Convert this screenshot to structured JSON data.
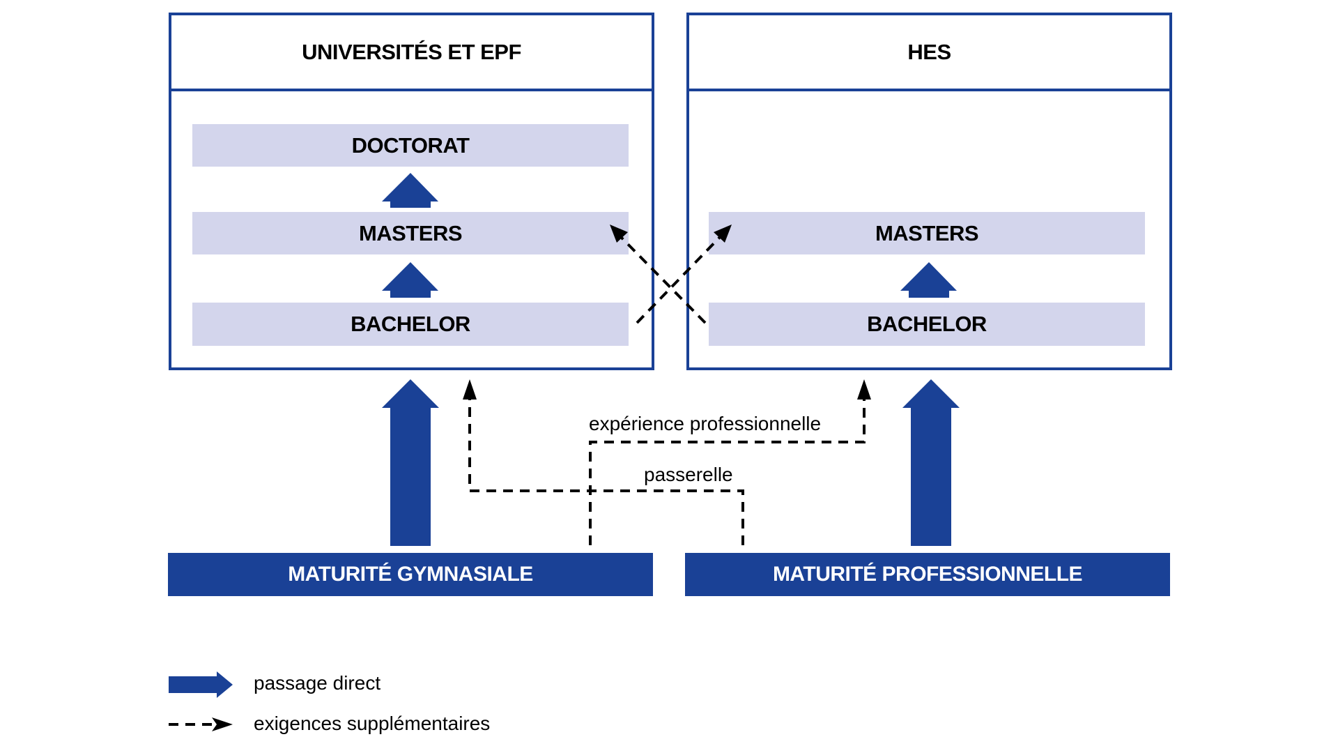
{
  "colors": {
    "primary_blue": "#1a4196",
    "band_fill": "#d3d5ec",
    "dashed": "#000000"
  },
  "institutions": {
    "universities": {
      "title": "UNIVERSITÉS ET EPF",
      "levels": [
        "DOCTORAT",
        "MASTERS",
        "BACHELOR"
      ]
    },
    "hes": {
      "title": "HES",
      "levels": [
        "MASTERS",
        "BACHELOR"
      ]
    }
  },
  "entry_qualifications": {
    "gymnasiale": "MATURITÉ GYMNASIALE",
    "professionnelle": "MATURITÉ PROFESSIONNELLE"
  },
  "paths": {
    "passerelle": "passerelle",
    "experience": "expérience professionnelle"
  },
  "legend": {
    "direct": "passage direct",
    "extra": "exigences supplémentaires"
  },
  "icons": {
    "direct_arrow": "solid-blue-arrow",
    "dashed_arrow": "dashed-black-arrow"
  }
}
